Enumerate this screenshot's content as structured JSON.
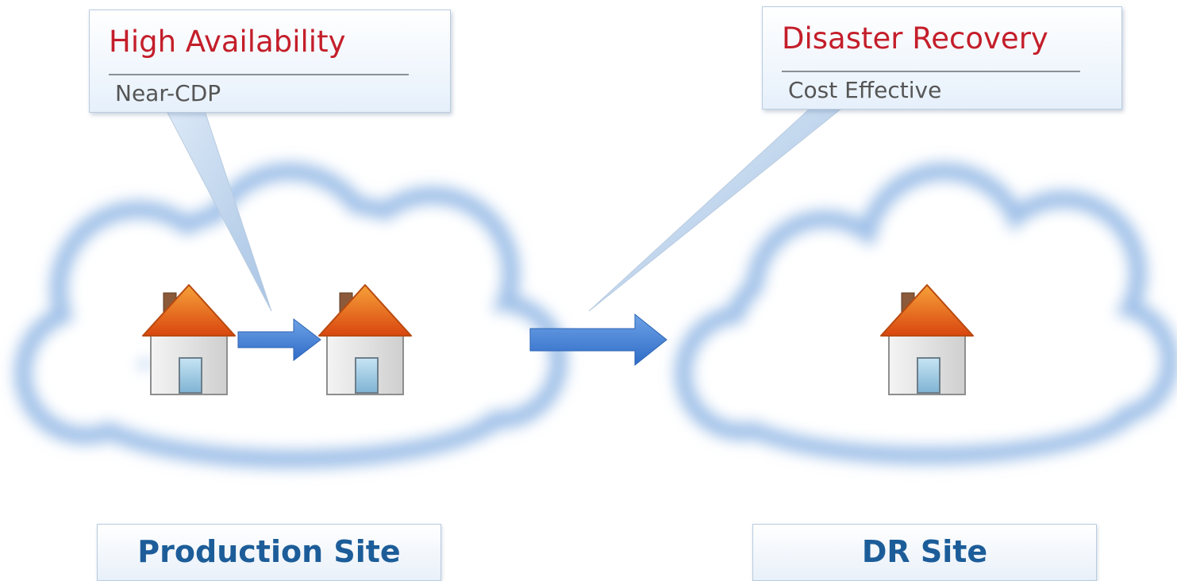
{
  "callouts": {
    "ha": {
      "title": "High Availability",
      "subtitle": "Near-CDP"
    },
    "dr": {
      "title": "Disaster Recovery",
      "subtitle": "Cost Effective"
    }
  },
  "sites": {
    "production": {
      "label": "Production Site"
    },
    "dr": {
      "label": "DR Site"
    }
  },
  "colors": {
    "callout_title": "#c41e2a",
    "site_label": "#1c5d99",
    "arrow": "#4a86d6",
    "cloud_edge": "#7fa9dc",
    "roof": "#e8711c"
  },
  "icons": [
    "house-icon",
    "arrow-right-icon",
    "cloud-icon"
  ]
}
